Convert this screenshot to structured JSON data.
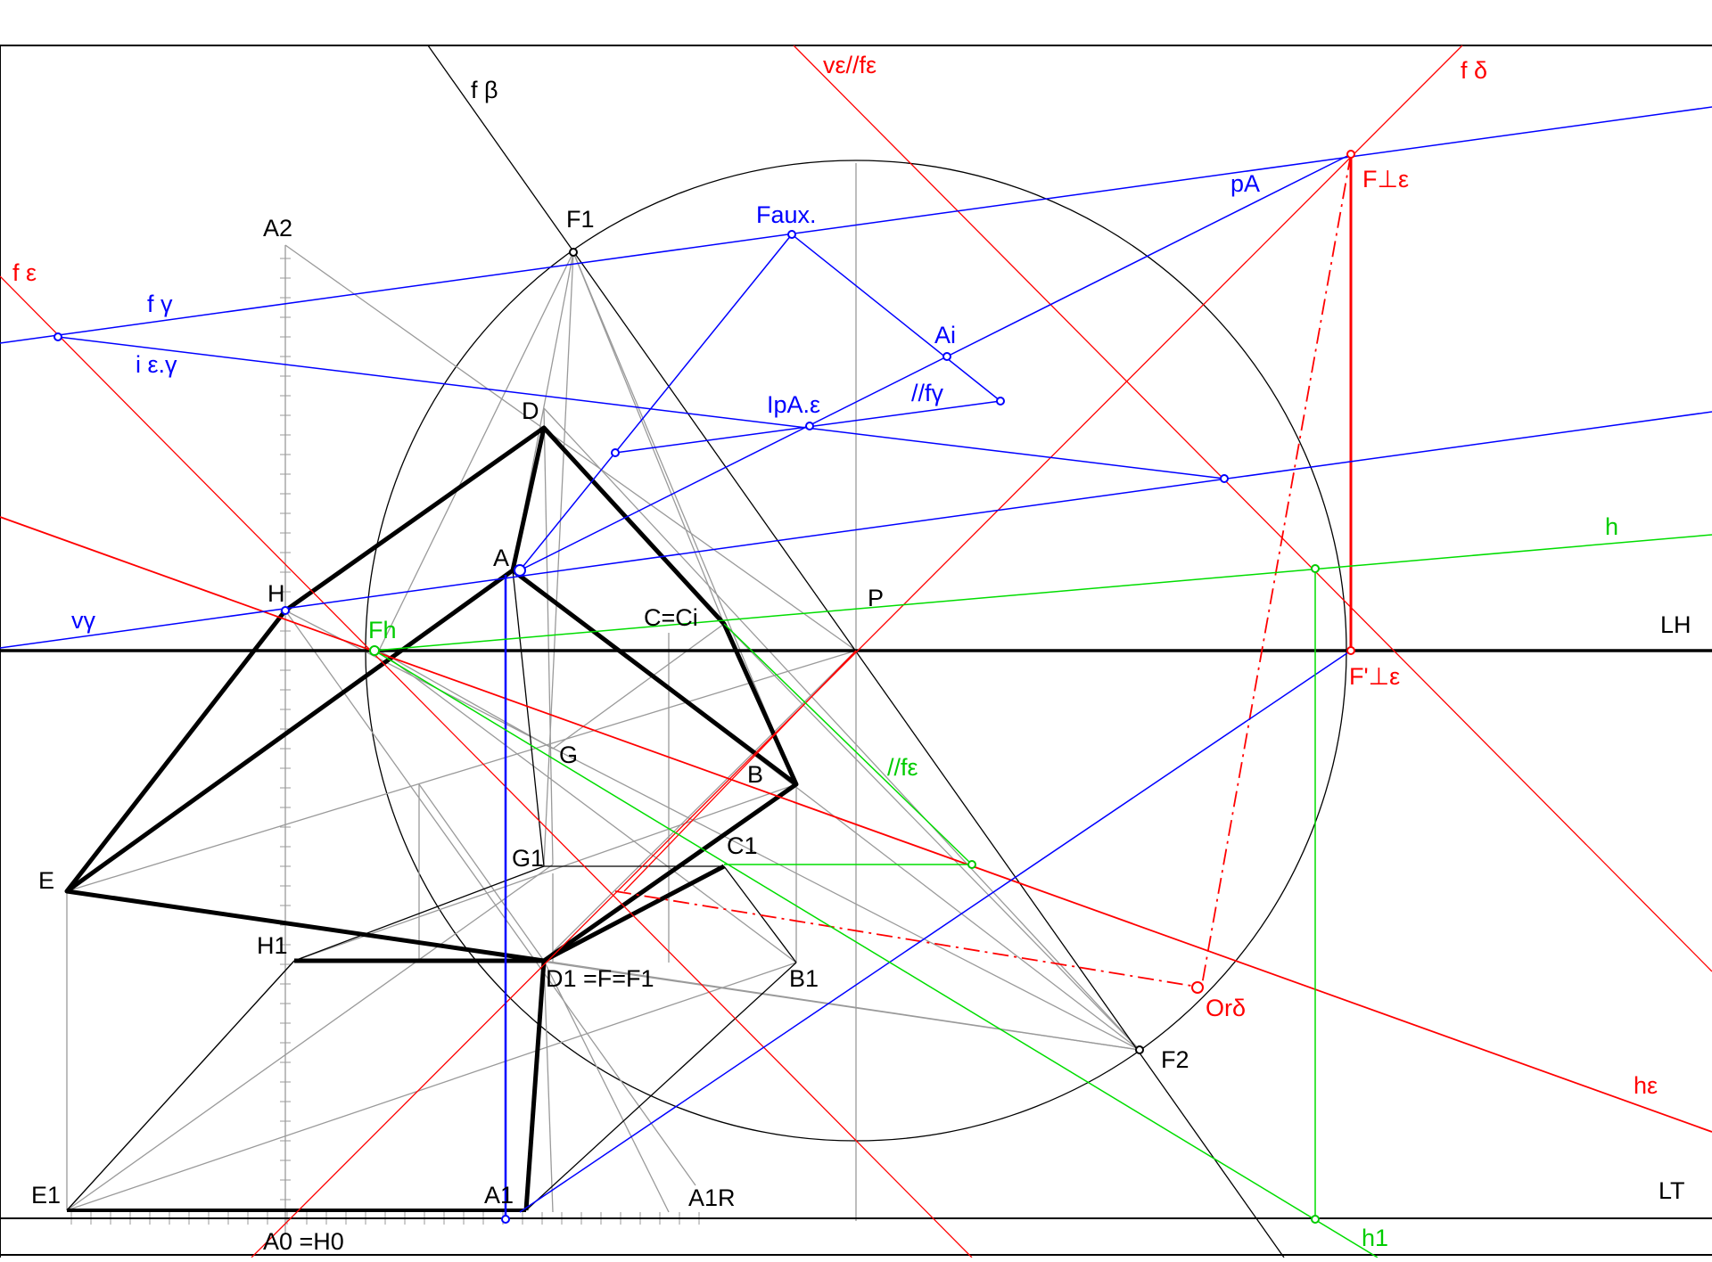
{
  "diagram": {
    "colors": {
      "construction": "#9a9a9a",
      "edges": "#000000",
      "red": "#ff0000",
      "blue": "#0000ff",
      "green": "#00cc00"
    },
    "labels": {
      "f_beta": "f β",
      "v_eps_par_f_eps": "vε//fε",
      "f_delta": "f δ",
      "f_perp_eps": "F⊥ε",
      "f_perp_eps_prime": "F'⊥ε",
      "p_a": "pA",
      "f_aux": "Faux.",
      "a_i": "Ai",
      "par_f_gamma": "//fγ",
      "i_pa_eps": "IpA.ε",
      "f_gamma": "f γ",
      "i_eps_gamma": "i ε.γ",
      "f_eps": "f ε",
      "a2": "A2",
      "f1": "F1",
      "d": "D",
      "a": "A",
      "h": "H",
      "v_gamma": "vγ",
      "fh": "Fh",
      "c_eq_ci": "C=Ci",
      "p": "P",
      "lh": "LH",
      "g": "G",
      "b": "B",
      "par_f_eps": "//fε",
      "c1": "C1",
      "e": "E",
      "g1": "G1",
      "h1": "H1",
      "d1_f_f1": "D1 =F=F1",
      "b1": "B1",
      "or_delta": "Orδ",
      "f2": "F2",
      "h_eps": "hε",
      "e1": "E1",
      "a1": "A1",
      "a1r": "A1R",
      "lt": "LT",
      "a0_h0": "A0 =H0",
      "h_green": "h",
      "h1_green": "h1"
    }
  }
}
